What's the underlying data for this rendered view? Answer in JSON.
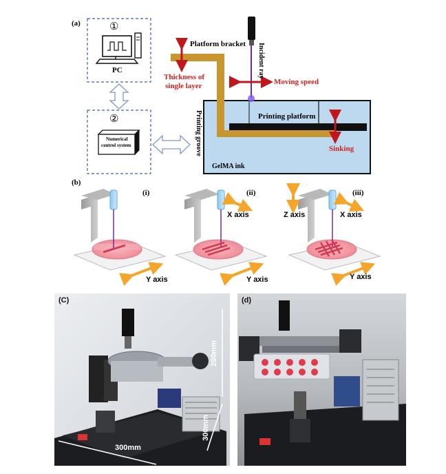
{
  "panel_a": {
    "tag": "(a)",
    "step1": "①",
    "pc_label": "PC",
    "step2": "②",
    "ncs_line1": "Numerical",
    "ncs_line2": "control system",
    "platform_bracket": "Platform bracket",
    "incident_ray": "Incident ray",
    "thickness_line1": "Thickness of",
    "thickness_line2": "single layer",
    "moving_speed": "Moving speed",
    "printing_groove": "Printing groove",
    "printing_platform": "Printing platform",
    "sinking": "Sinking",
    "gelma_ink": "GelMA ink"
  },
  "panel_b": {
    "tag": "(b)",
    "sub_i": "(i)",
    "sub_ii": "(ii)",
    "sub_iii": "(iii)",
    "y_axis": "Y axis",
    "x_axis": "X axis",
    "z_axis": "Z axis"
  },
  "panel_c": {
    "tag": "(C)",
    "dim_height": "200mm",
    "dim_width": "300mm",
    "dim_depth": "300mm"
  },
  "panel_d": {
    "tag": "(d)"
  },
  "colors": {
    "arrow_red": "#c0161c",
    "label_red": "#d42020",
    "bracket_gold": "#c8962e",
    "ink_blue": "#bcd9f0",
    "axis_orange": "#f4a52a",
    "dish_pink": "#f4a6ae",
    "dashed_blue": "#3d5fa8"
  }
}
